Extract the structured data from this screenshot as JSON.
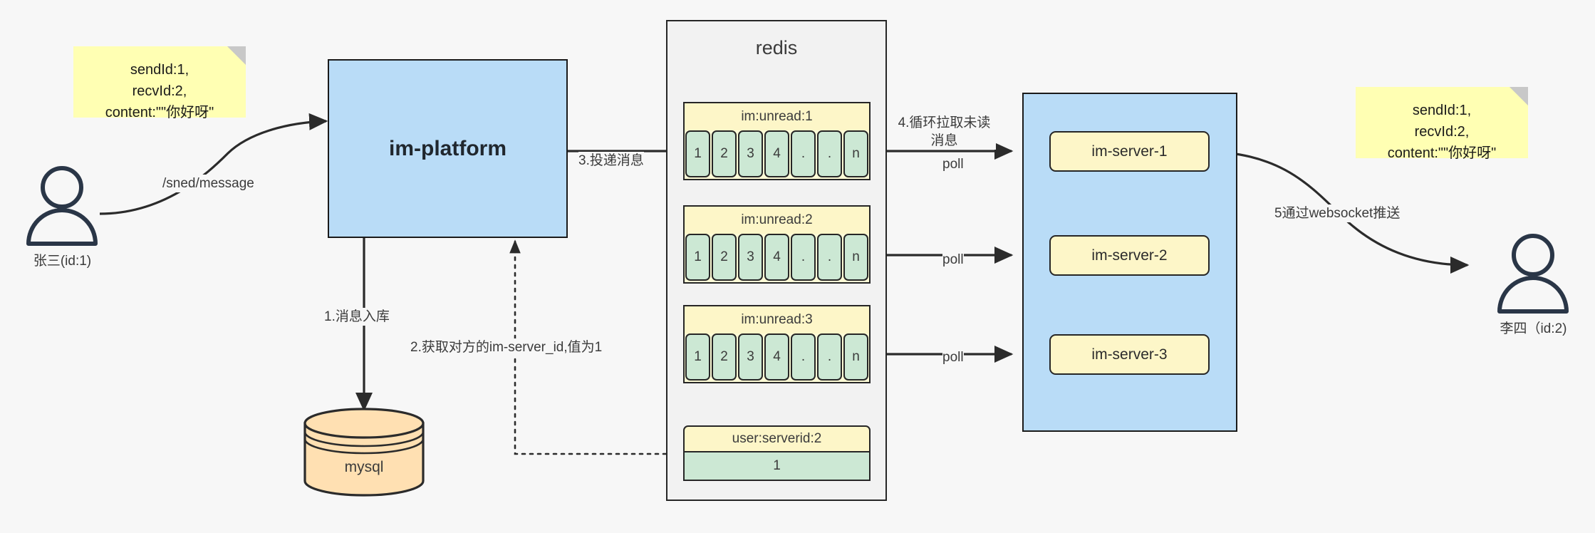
{
  "diagram": {
    "title": "im message flow",
    "colors": {
      "note": "#ffffb3",
      "platform": "#b9dcf7",
      "cluster": "#b9dcf7",
      "redis_container": "#f2f2f2",
      "list_header": "#fdf6c8",
      "cell": "#cce8d4",
      "mysql": "#ffe0b2",
      "stroke": "#262626",
      "actor": "#2a3647"
    }
  },
  "notes": {
    "left": {
      "lines": [
        "sendId:1,",
        "recvId:2,",
        "content:\"\"你好呀\""
      ]
    },
    "right": {
      "lines": [
        "sendId:1,",
        "recvId:2,",
        "content:\"\"你好呀\""
      ]
    }
  },
  "actors": {
    "sender": {
      "label": "张三(id:1)"
    },
    "receiver": {
      "label": "李四（id:2)"
    }
  },
  "platform": {
    "label": "im-platform"
  },
  "database": {
    "label": "mysql"
  },
  "redis": {
    "title": "redis",
    "lists": [
      {
        "key": "im:unread:1",
        "cells": [
          "1",
          "2",
          "3",
          "4",
          ".",
          ".",
          "n"
        ]
      },
      {
        "key": "im:unread:2",
        "cells": [
          "1",
          "2",
          "3",
          "4",
          ".",
          ".",
          "n"
        ]
      },
      {
        "key": "im:unread:3",
        "cells": [
          "1",
          "2",
          "3",
          "4",
          ".",
          ".",
          "n"
        ]
      }
    ],
    "kv": {
      "key": "user:serverid:2",
      "value": "1"
    }
  },
  "cluster": {
    "servers": [
      {
        "label": "im-server-1"
      },
      {
        "label": "im-server-2"
      },
      {
        "label": "im-server-3"
      }
    ]
  },
  "edge_labels": {
    "send_message": "/sned/message",
    "step1": "1.消息入库",
    "step2": "2.获取对方的im-server_id,值为1",
    "step3": "3.投递消息",
    "step4": "4.循环拉取未读消息",
    "step5": "5通过websocket推送",
    "poll1": "poll",
    "poll2": "poll",
    "poll3": "poll"
  }
}
